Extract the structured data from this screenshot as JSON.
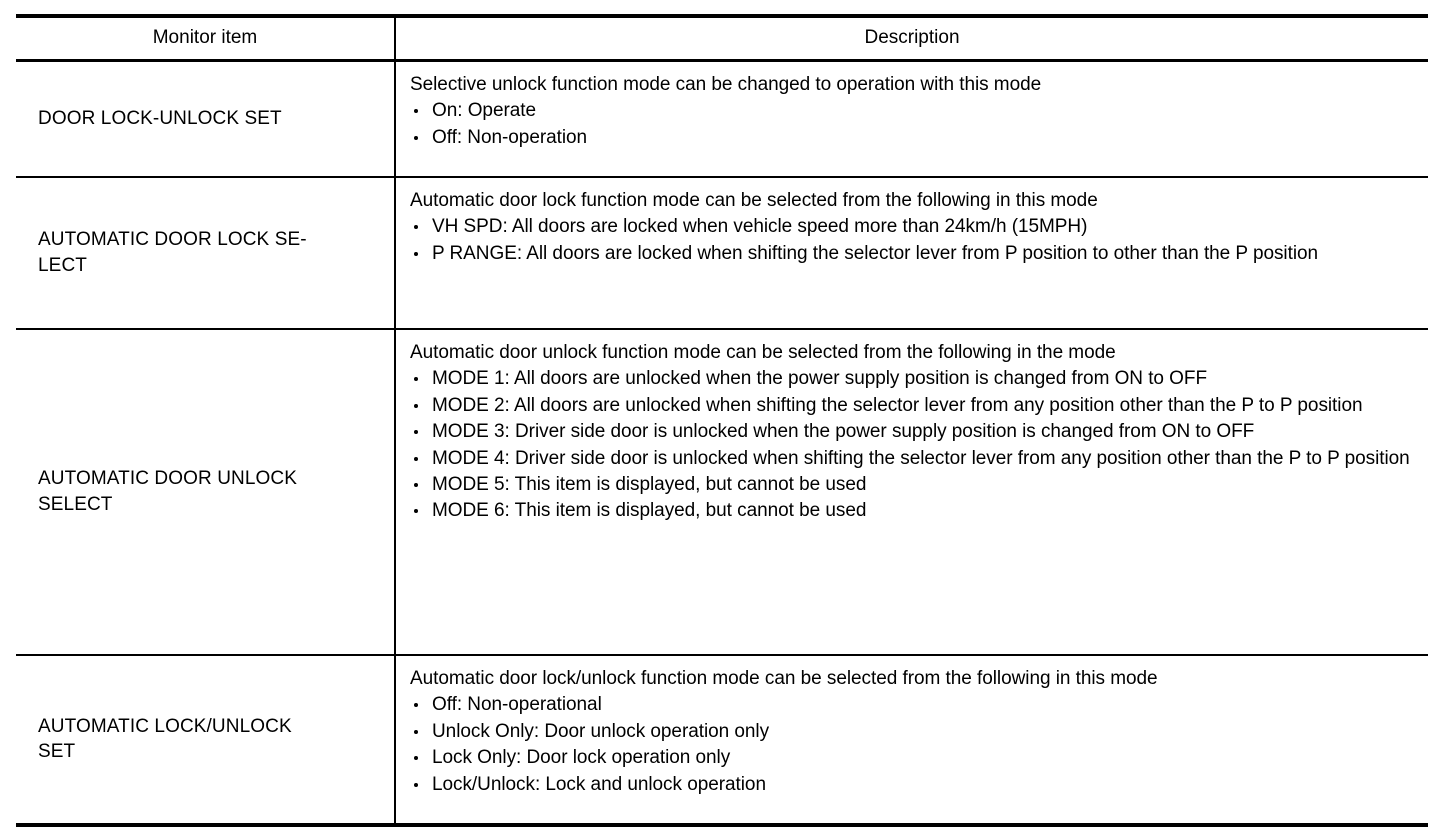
{
  "table": {
    "columns": [
      {
        "key": "monitor_item",
        "header": "Monitor item"
      },
      {
        "key": "description",
        "header": "Description"
      }
    ],
    "rows": [
      {
        "monitor_item": "DOOR LOCK-UNLOCK SET",
        "description_lead": "Selective unlock function mode can be changed to operation with this mode",
        "description_bullets": [
          "On: Operate",
          "Off: Non-operation"
        ]
      },
      {
        "monitor_item": "AUTOMATIC DOOR LOCK SE-\nLECT",
        "description_lead": "Automatic door lock function mode can be selected from the following in this mode",
        "description_bullets": [
          "VH SPD: All doors are locked when vehicle speed more than 24km/h (15MPH)",
          "P RANGE: All doors are locked when shifting the selector lever from P position to other than the P position"
        ]
      },
      {
        "monitor_item": "AUTOMATIC DOOR UNLOCK\nSELECT",
        "description_lead": "Automatic door unlock function mode can be selected from the following in the mode",
        "description_bullets": [
          "MODE 1: All doors are unlocked when the power supply position is changed from ON to OFF",
          "MODE 2: All doors are unlocked when shifting the selector lever from any position other than the P to P position",
          "MODE 3: Driver side door is unlocked when the power supply position is changed from ON to OFF",
          "MODE 4: Driver side door is unlocked when shifting the selector lever from any position other than the P to P position",
          "MODE 5: This item is displayed, but cannot be used",
          "MODE 6: This item is displayed, but cannot be used"
        ]
      },
      {
        "monitor_item": "AUTOMATIC LOCK/UNLOCK\nSET",
        "description_lead": "Automatic door lock/unlock function mode can be selected from the following in this mode",
        "description_bullets": [
          "Off: Non-operational",
          "Unlock Only: Door unlock operation only",
          "Lock Only: Door lock operation only",
          "Lock/Unlock: Lock and unlock operation"
        ]
      }
    ]
  },
  "style": {
    "text_color": "#000000",
    "background_color": "#ffffff",
    "rule_color": "#000000"
  }
}
